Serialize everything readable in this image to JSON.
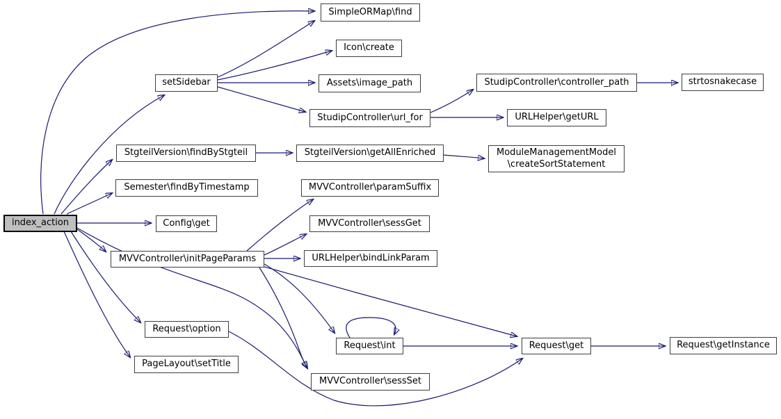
{
  "diagram": {
    "kind": "doxygen-call-graph",
    "root_function": "index_action",
    "background_color": "#ffffff",
    "edge_color": "#191970",
    "node_fill_color": "#ffffff",
    "node_border_color": "#3d3d3d",
    "highlight_fill_color": "#bfbfbf",
    "highlight_border_color": "#000000"
  },
  "nodes": [
    {
      "id": "index-action",
      "label": "index_action",
      "highlighted": true
    },
    {
      "id": "simpleormap-find",
      "label": "SimpleORMap\\find"
    },
    {
      "id": "icon-create",
      "label": "Icon\\create"
    },
    {
      "id": "assets-image-path",
      "label": "Assets\\image_path"
    },
    {
      "id": "studipcontroller-url-for",
      "label": "StudipController\\url_for"
    },
    {
      "id": "set-sidebar",
      "label": "setSidebar"
    },
    {
      "id": "studipcontroller-controller-path",
      "label": "StudipController\\controller_path"
    },
    {
      "id": "strtosnakecase",
      "label": "strtosnakecase"
    },
    {
      "id": "urlhelper-geturl",
      "label": "URLHelper\\getURL"
    },
    {
      "id": "stgteilversion-findbystgteil",
      "label": "StgteilVersion\\findByStgteil"
    },
    {
      "id": "stgteilversion-getallenriched",
      "label": "StgteilVersion\\getAllEnriched"
    },
    {
      "id": "modulemanagementmodel-createsortstatement",
      "label": "ModuleManagementModel\n\\createSortStatement"
    },
    {
      "id": "semester-findbytimestamp",
      "label": "Semester\\findByTimestamp"
    },
    {
      "id": "mvvcontroller-paramsuffix",
      "label": "MVVController\\paramSuffix"
    },
    {
      "id": "config-get",
      "label": "Config\\get"
    },
    {
      "id": "mvvcontroller-sessget",
      "label": "MVVController\\sessGet"
    },
    {
      "id": "mvvcontroller-initpageparams",
      "label": "MVVController\\initPageParams"
    },
    {
      "id": "urlhelper-bindlinkparam",
      "label": "URLHelper\\bindLinkParam"
    },
    {
      "id": "request-option",
      "label": "Request\\option"
    },
    {
      "id": "pagelayout-settitle",
      "label": "PageLayout\\setTitle"
    },
    {
      "id": "request-int",
      "label": "Request\\int"
    },
    {
      "id": "mvvcontroller-sessset",
      "label": "MVVController\\sessSet"
    },
    {
      "id": "request-get",
      "label": "Request\\get"
    },
    {
      "id": "request-getinstance",
      "label": "Request\\getInstance"
    }
  ],
  "edges": [
    {
      "from": "index_action",
      "to": "SimpleORMap\\find"
    },
    {
      "from": "index_action",
      "to": "setSidebar"
    },
    {
      "from": "index_action",
      "to": "StgteilVersion\\findByStgteil"
    },
    {
      "from": "index_action",
      "to": "Semester\\findByTimestamp"
    },
    {
      "from": "index_action",
      "to": "Config\\get"
    },
    {
      "from": "index_action",
      "to": "MVVController\\initPageParams"
    },
    {
      "from": "index_action",
      "to": "Request\\option"
    },
    {
      "from": "index_action",
      "to": "PageLayout\\setTitle"
    },
    {
      "from": "index_action",
      "to": "MVVController\\sessSet"
    },
    {
      "from": "setSidebar",
      "to": "SimpleORMap\\find"
    },
    {
      "from": "setSidebar",
      "to": "Icon\\create"
    },
    {
      "from": "setSidebar",
      "to": "Assets\\image_path"
    },
    {
      "from": "setSidebar",
      "to": "StudipController\\url_for"
    },
    {
      "from": "StudipController\\url_for",
      "to": "StudipController\\controller_path"
    },
    {
      "from": "StudipController\\url_for",
      "to": "URLHelper\\getURL"
    },
    {
      "from": "StudipController\\controller_path",
      "to": "strtosnakecase"
    },
    {
      "from": "StgteilVersion\\findByStgteil",
      "to": "StgteilVersion\\getAllEnriched"
    },
    {
      "from": "StgteilVersion\\getAllEnriched",
      "to": "ModuleManagementModel\\createSortStatement"
    },
    {
      "from": "MVVController\\initPageParams",
      "to": "MVVController\\paramSuffix"
    },
    {
      "from": "MVVController\\initPageParams",
      "to": "MVVController\\sessGet"
    },
    {
      "from": "MVVController\\initPageParams",
      "to": "URLHelper\\bindLinkParam"
    },
    {
      "from": "MVVController\\initPageParams",
      "to": "Request\\int"
    },
    {
      "from": "MVVController\\initPageParams",
      "to": "Request\\get"
    },
    {
      "from": "MVVController\\initPageParams",
      "to": "MVVController\\sessSet"
    },
    {
      "from": "Request\\int",
      "to": "Request\\int"
    },
    {
      "from": "Request\\int",
      "to": "Request\\get"
    },
    {
      "from": "Request\\option",
      "to": "Request\\get"
    },
    {
      "from": "Request\\get",
      "to": "Request\\getInstance"
    }
  ]
}
